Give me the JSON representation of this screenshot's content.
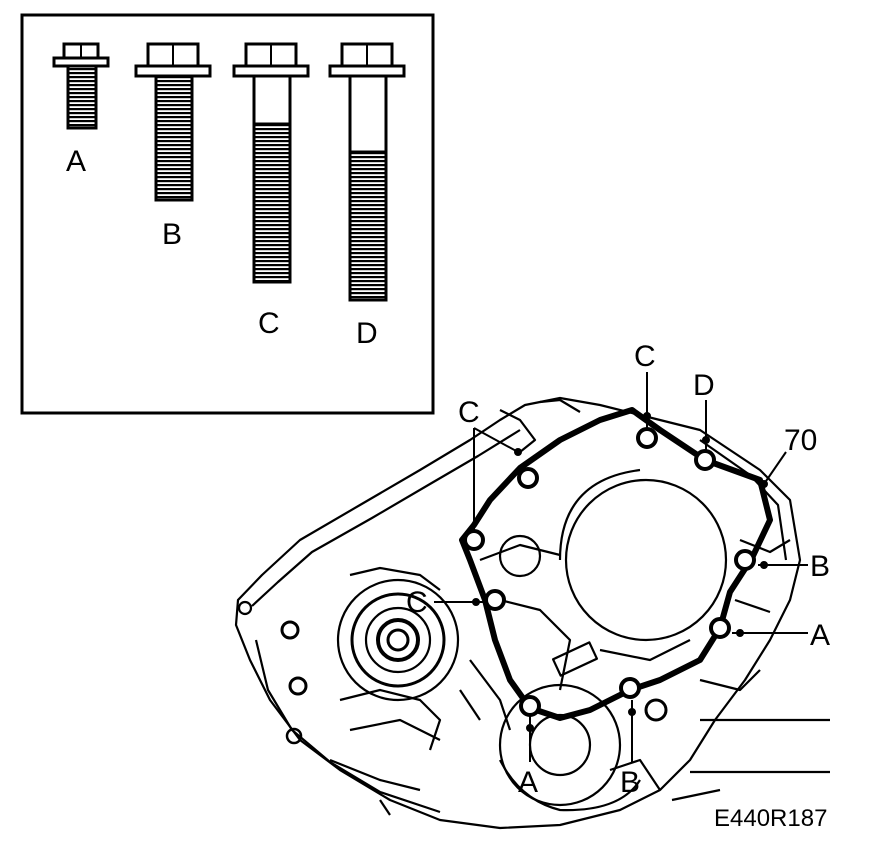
{
  "legend": {
    "bolts": [
      {
        "label": "A"
      },
      {
        "label": "B"
      },
      {
        "label": "C"
      },
      {
        "label": "D"
      }
    ]
  },
  "callouts": {
    "c_top": "C",
    "d_top": "D",
    "part_number": "70",
    "c_upper_left": "C",
    "b_right": "B",
    "a_right": "A",
    "c_left": "C",
    "a_bottom": "A",
    "b_bottom": "B"
  },
  "figure_code": "E440R187",
  "colors": {
    "ink": "#000000",
    "paper": "#ffffff"
  }
}
